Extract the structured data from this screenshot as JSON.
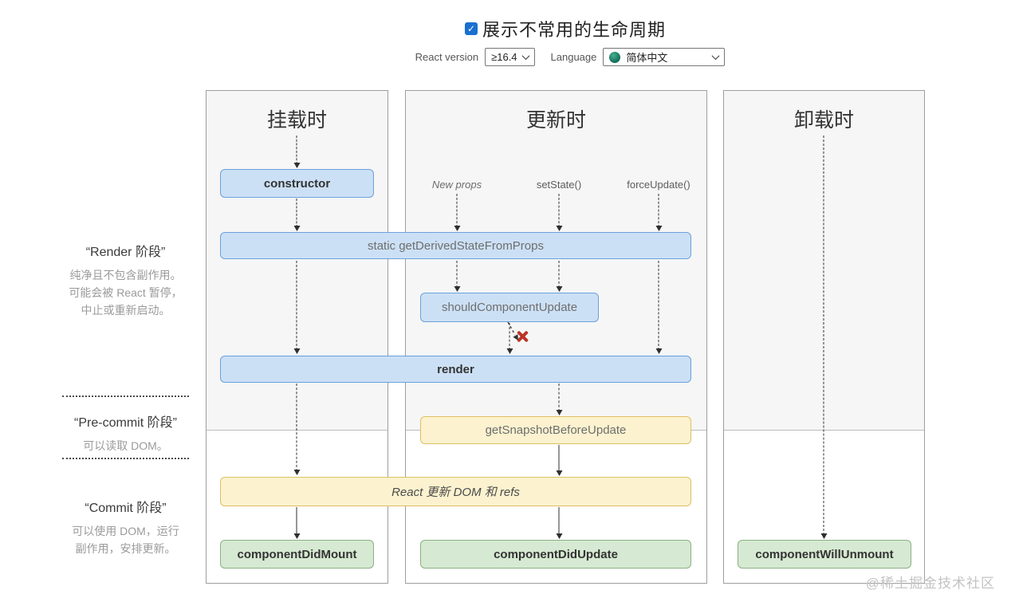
{
  "header": {
    "title": "展示不常用的生命周期",
    "react_version_label": "React version",
    "react_version_value": "≥16.4",
    "language_label": "Language",
    "language_value": "简体中文"
  },
  "phases": {
    "render": {
      "title": "“Render 阶段”",
      "lines": [
        "纯净且不包含副作用。",
        "可能会被 React 暂停，",
        "中止或重新启动。"
      ]
    },
    "pre_commit": {
      "title": "“Pre-commit 阶段”",
      "lines": [
        "可以读取 DOM。"
      ]
    },
    "commit": {
      "title": "“Commit 阶段”",
      "lines": [
        "可以使用 DOM，运行",
        "副作用，安排更新。"
      ]
    }
  },
  "columns": {
    "mounting": {
      "title": "挂载时"
    },
    "updating": {
      "title": "更新时",
      "triggers": [
        "New props",
        "setState()",
        "forceUpdate()"
      ]
    },
    "unmounting": {
      "title": "卸载时"
    }
  },
  "methods": {
    "constructor": "constructor",
    "get_derived_state_from_props": "static getDerivedStateFromProps",
    "should_component_update": "shouldComponentUpdate",
    "render": "render",
    "get_snapshot_before_update": "getSnapshotBeforeUpdate",
    "react_updates_dom": "React 更新 DOM 和 refs",
    "component_did_mount": "componentDidMount",
    "component_did_update": "componentDidUpdate",
    "component_will_unmount": "componentWillUnmount"
  },
  "watermark": "@稀土掘金技术社区",
  "colors": {
    "accent_blue": "#1a6fd0",
    "node_blue_bg": "#cce0f5",
    "node_blue_border": "#6aa1dd",
    "node_yellow_bg": "#fcf2cf",
    "node_yellow_border": "#ddbf62",
    "node_green_bg": "#d6e9d2",
    "node_green_border": "#8bb183",
    "fail_red": "#bc3426"
  }
}
